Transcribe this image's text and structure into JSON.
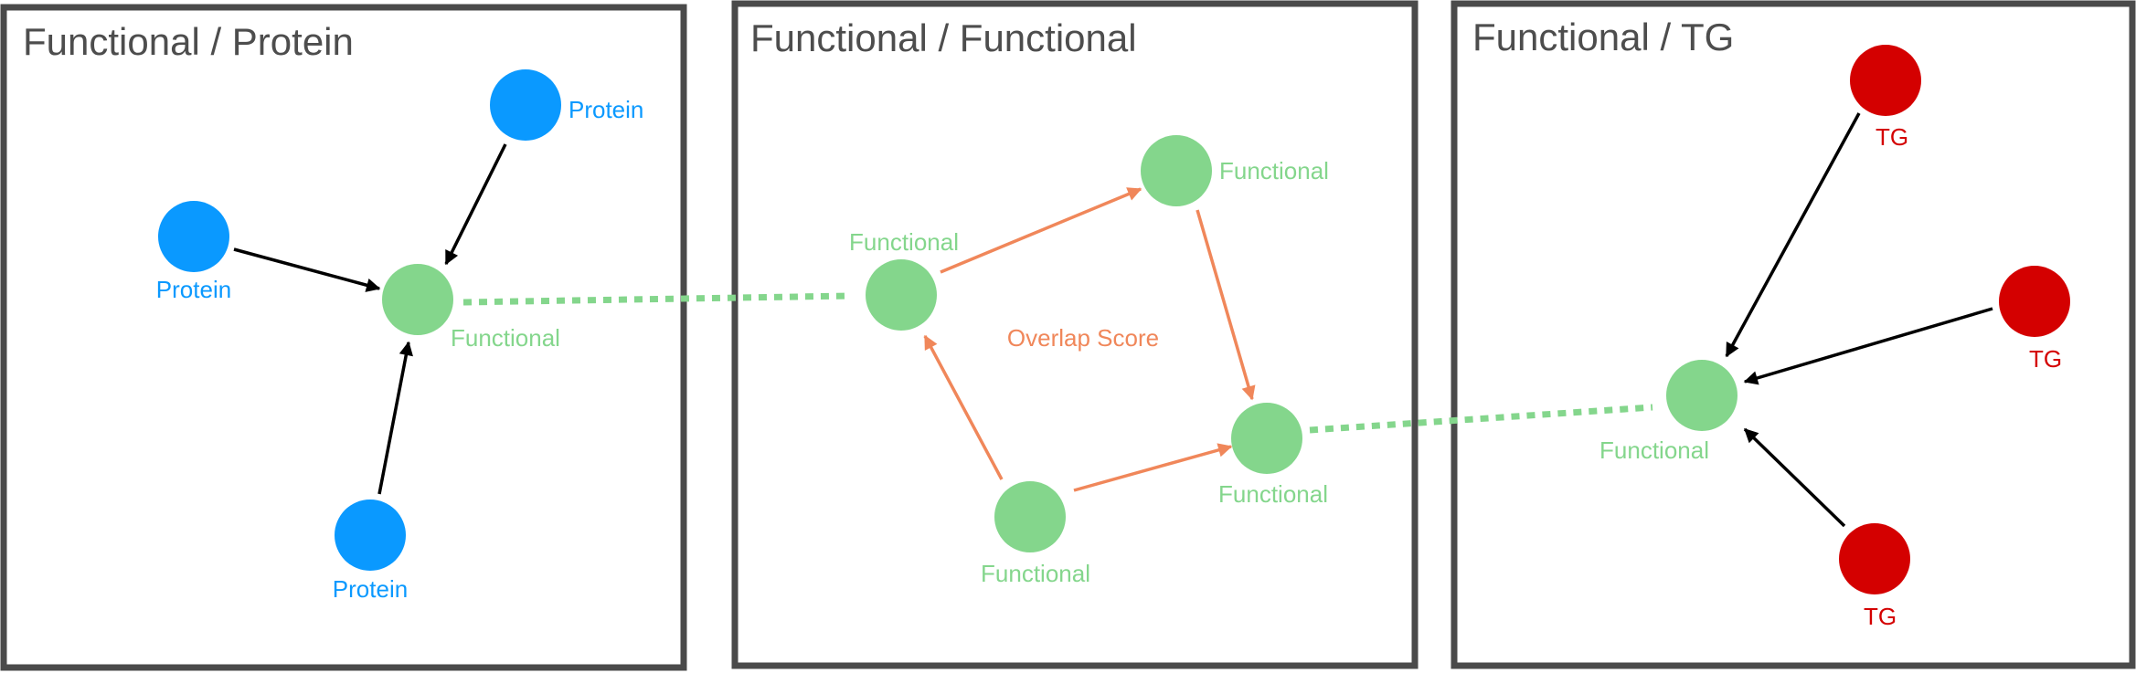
{
  "panels": {
    "protein": {
      "title": "Functional / Protein"
    },
    "functional": {
      "title": "Functional / Functional"
    },
    "tg": {
      "title": "Functional / TG"
    }
  },
  "labels": {
    "protein": "Protein",
    "functional": "Functional",
    "tg": "TG",
    "overlap_score": "Overlap Score"
  },
  "colors": {
    "protein": "#0a99ff",
    "functional": "#84d68c",
    "tg": "#d40000",
    "overlap": "#f0875a",
    "border": "#4a4a4a",
    "title": "#4d4d4d",
    "arrow": "#000000"
  }
}
